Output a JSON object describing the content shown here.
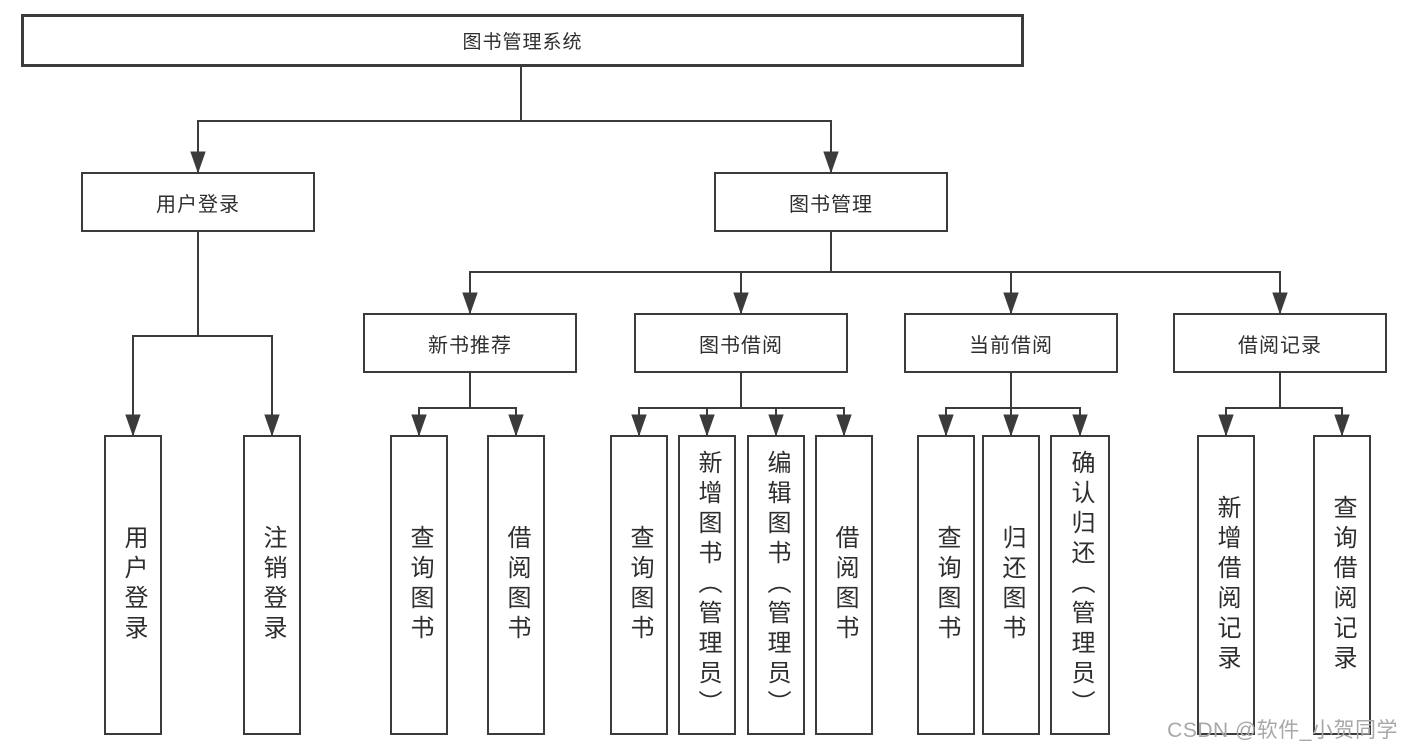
{
  "diagram": {
    "root": {
      "label": "图书管理系统"
    },
    "level2": {
      "user_login": {
        "label": "用户登录"
      },
      "book_mgmt": {
        "label": "图书管理"
      }
    },
    "level3": {
      "new_book_rec": {
        "label": "新书推荐"
      },
      "book_borrow": {
        "label": "图书借阅"
      },
      "current_borrow": {
        "label": "当前借阅"
      },
      "borrow_record": {
        "label": "借阅记录"
      }
    },
    "leaves": {
      "user_login": [
        "用户登录",
        "注销登录"
      ],
      "new_book_rec": [
        "查询图书",
        "借阅图书"
      ],
      "book_borrow": [
        "查询图书",
        "新增图书（管理员）",
        "编辑图书（管理员）",
        "借阅图书"
      ],
      "current_borrow": [
        "查询图书",
        "归还图书",
        "确认归还（管理员）"
      ],
      "borrow_record": [
        "新增借阅记录",
        "查询借阅记录"
      ]
    }
  },
  "watermark": "CSDN @软件_小贺同学",
  "colors": {
    "line": "#3b3b3b",
    "box_border": "#3b3b3b",
    "text": "#2e2e2e",
    "watermark": "#a8a8a8",
    "background": "#ffffff"
  }
}
